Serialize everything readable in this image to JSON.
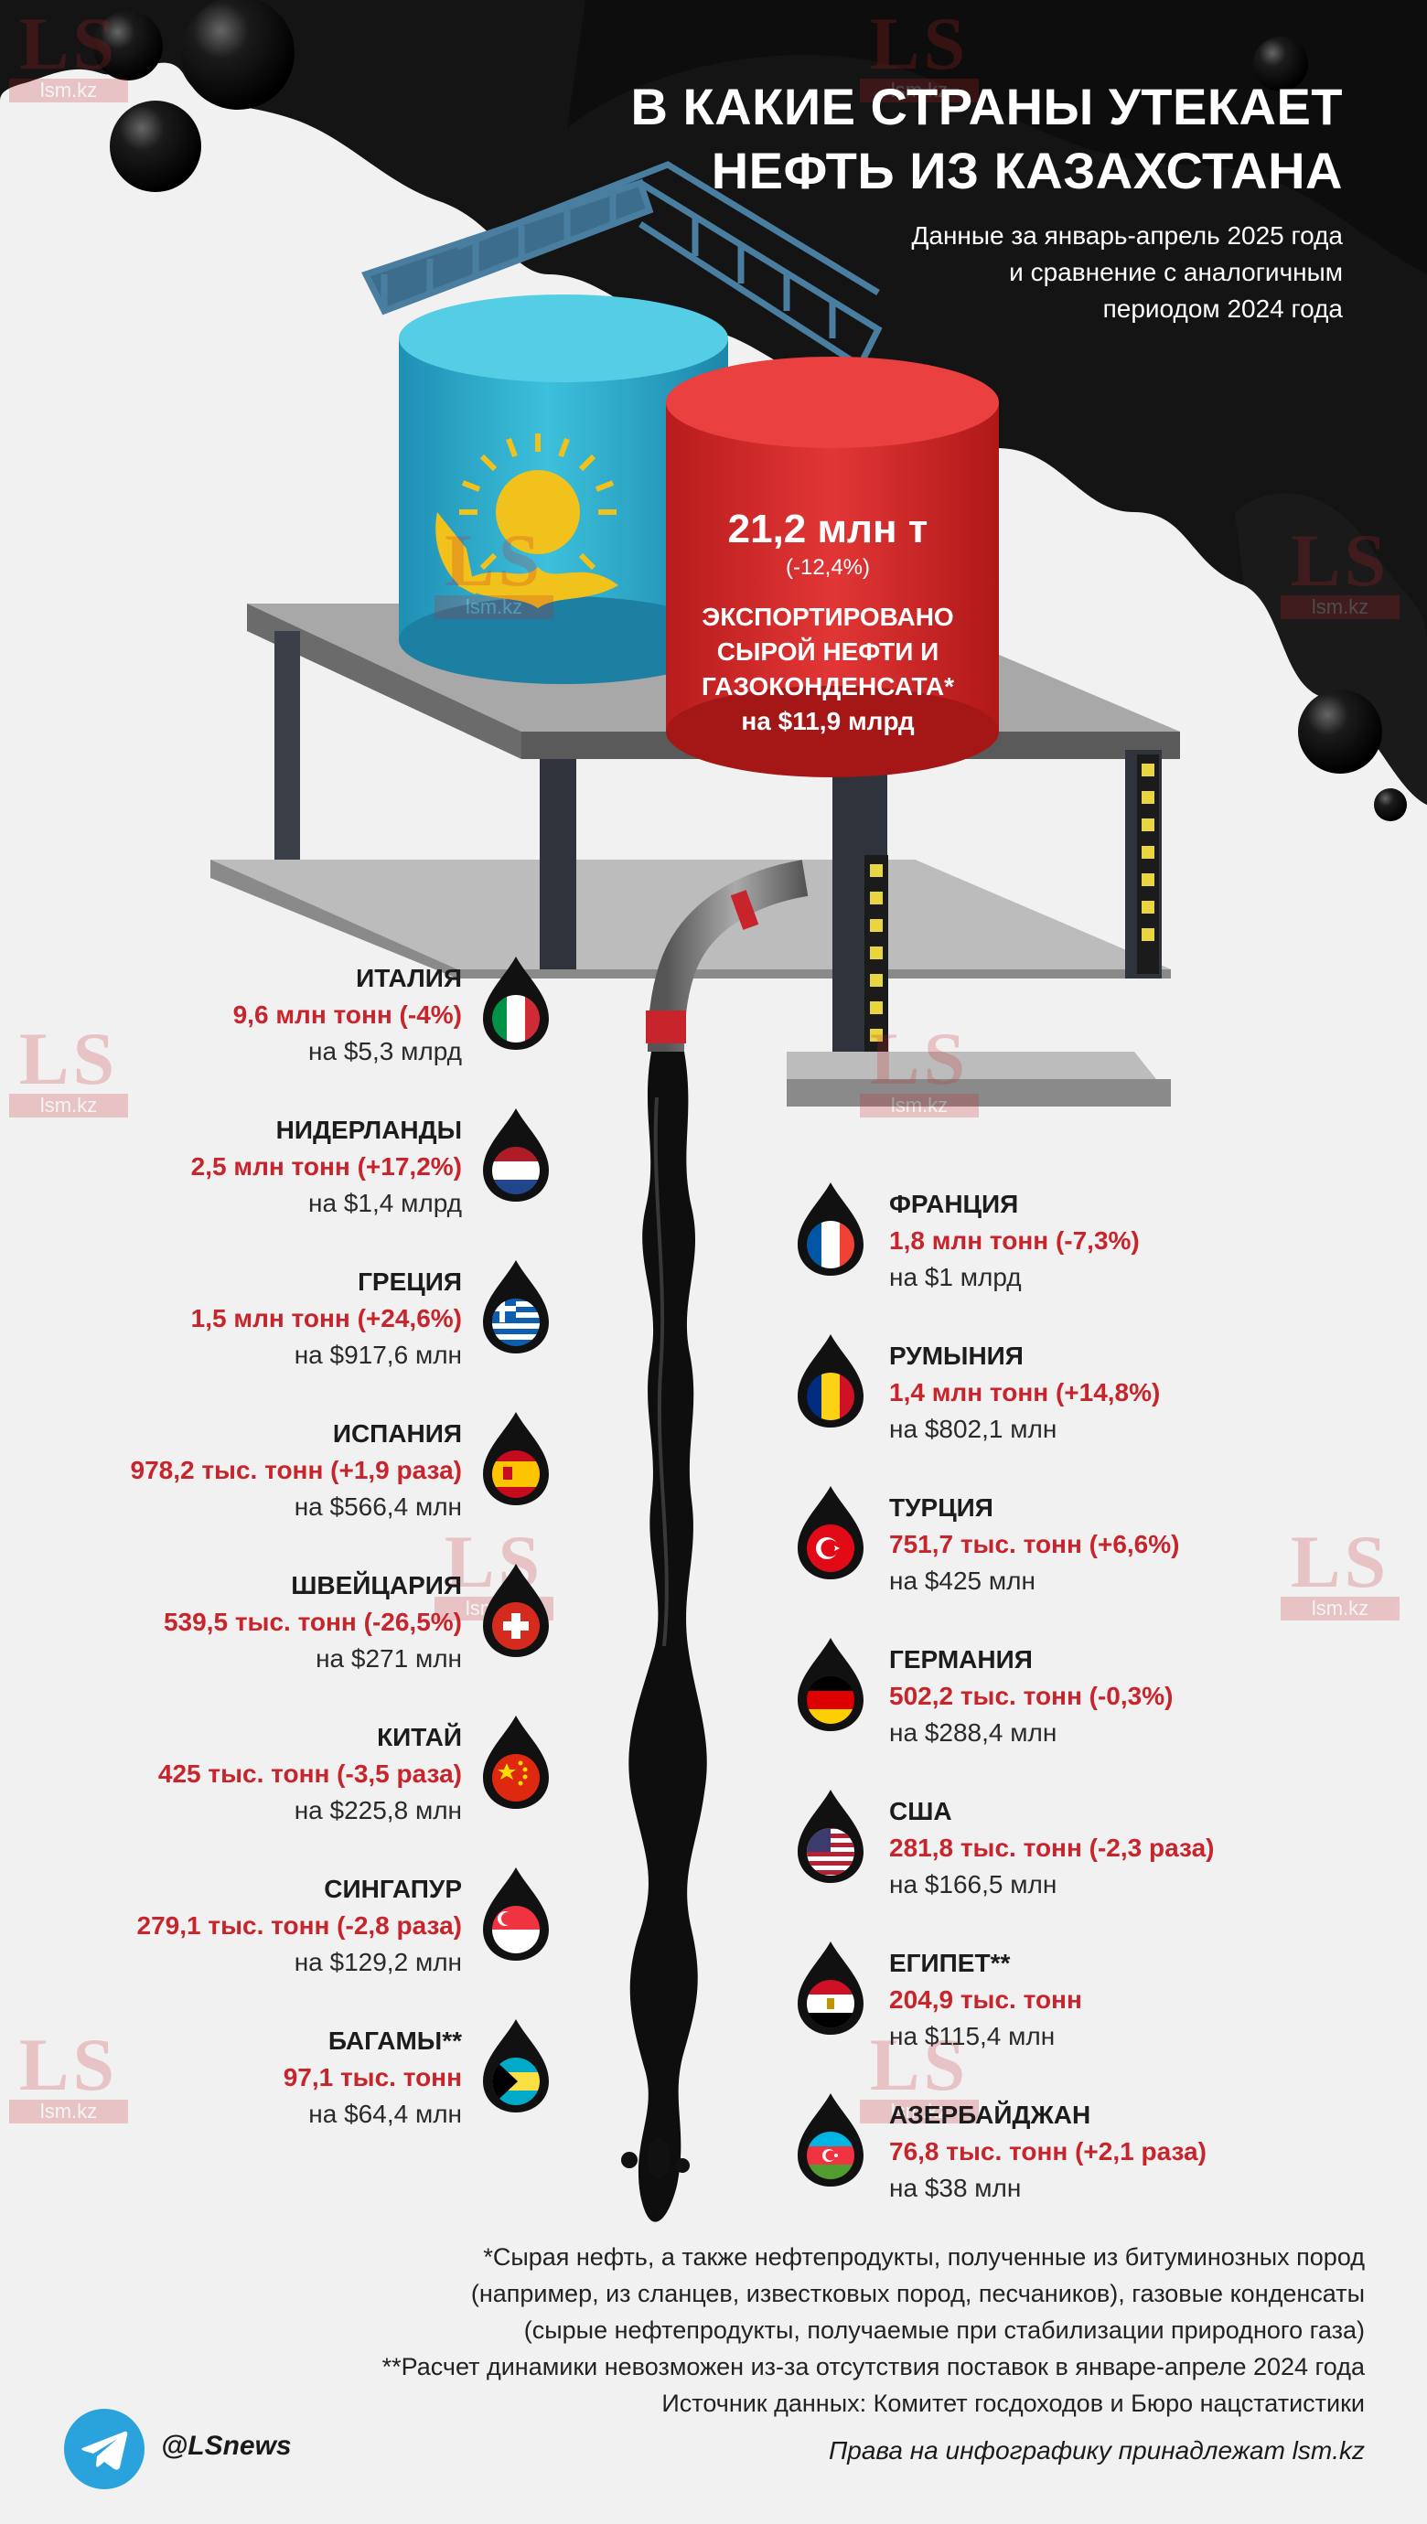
{
  "title_lines": [
    "В КАКИЕ СТРАНЫ УТЕКАЕТ",
    "НЕФТЬ ИЗ КАЗАХСТАНА"
  ],
  "subtitle_lines": [
    "Данные за январь-апрель 2025 года",
    "и сравнение с аналогичным",
    "периодом 2024 года"
  ],
  "tank": {
    "volume": "21,2 млн т",
    "change": "(-12,4%)",
    "label_lines": [
      "ЭКСПОРТИРОВАНО",
      "СЫРОЙ НЕФТИ И",
      "ГАЗОКОНДЕНСАТА*"
    ],
    "value": "на $11,9 млрд"
  },
  "countries_left": [
    {
      "name": "ИТАЛИЯ",
      "volume": "9,6 млн тонн (-4%)",
      "value": "на $5,3 млрд",
      "flag": "italy-flag"
    },
    {
      "name": "НИДЕРЛАНДЫ",
      "volume": "2,5 млн тонн (+17,2%)",
      "value": "на $1,4 млрд",
      "flag": "netherlands-flag"
    },
    {
      "name": "ГРЕЦИЯ",
      "volume": "1,5 млн тонн (+24,6%)",
      "value": "на $917,6 млн",
      "flag": "greece-flag"
    },
    {
      "name": "ИСПАНИЯ",
      "volume": "978,2 тыс. тонн (+1,9 раза)",
      "value": "на $566,4 млн",
      "flag": "spain-flag"
    },
    {
      "name": "ШВЕЙЦАРИЯ",
      "volume": "539,5 тыс. тонн (-26,5%)",
      "value": "на $271 млн",
      "flag": "switzerland-flag"
    },
    {
      "name": "КИТАЙ",
      "volume": "425 тыс. тонн (-3,5 раза)",
      "value": "на $225,8 млн",
      "flag": "china-flag"
    },
    {
      "name": "СИНГАПУР",
      "volume": "279,1 тыс. тонн (-2,8 раза)",
      "value": "на $129,2 млн",
      "flag": "singapore-flag"
    },
    {
      "name": "БАГАМЫ**",
      "volume": "97,1 тыс. тонн",
      "value": "на $64,4 млн",
      "flag": "bahamas-flag"
    }
  ],
  "countries_right": [
    {
      "name": "ФРАНЦИЯ",
      "volume": "1,8 млн тонн (-7,3%)",
      "value": "на $1 млрд",
      "flag": "france-flag"
    },
    {
      "name": "РУМЫНИЯ",
      "volume": "1,4 млн тонн (+14,8%)",
      "value": "на $802,1 млн",
      "flag": "romania-flag"
    },
    {
      "name": "ТУРЦИЯ",
      "volume": "751,7 тыс. тонн (+6,6%)",
      "value": "на $425 млн",
      "flag": "turkey-flag"
    },
    {
      "name": "ГЕРМАНИЯ",
      "volume": "502,2 тыс. тонн (-0,3%)",
      "value": "на $288,4 млн",
      "flag": "germany-flag"
    },
    {
      "name": "США",
      "volume": "281,8 тыс. тонн (-2,3 раза)",
      "value": "на $166,5 млн",
      "flag": "usa-flag"
    },
    {
      "name": "ЕГИПЕТ**",
      "volume": "204,9 тыс. тонн",
      "value": "на $115,4 млн",
      "flag": "egypt-flag"
    },
    {
      "name": "АЗЕРБАЙДЖАН",
      "volume": "76,8 тыс. тонн (+2,1 раза)",
      "value": "на $38 млн",
      "flag": "azerbaijan-flag"
    }
  ],
  "footnotes": [
    "*Сырая нефть, а также нефтепродукты, полученные из битуминозных пород",
    "(например, из сланцев, известковых пород, песчаников), газовые конденсаты",
    "(сырые нефтепродукты, получаемые при стабилизации природного газа)",
    "**Расчет динамики невозможен из-за отсутствия поставок в январе-апреле 2024 года",
    "Источник данных: Комитет госдоходов и Бюро нацстатистики"
  ],
  "telegram_handle": "@LSnews",
  "rights": "Права на инфографику принадлежат lsm.kz",
  "watermark": {
    "logo": "LS",
    "domain": "lsm.kz"
  },
  "colors": {
    "oil": "#111111",
    "accent_red": "#c8242c",
    "kazakh_blue": "#2aa8c8",
    "tank_red": "#d32a2a",
    "background": "#f1f1f1"
  }
}
